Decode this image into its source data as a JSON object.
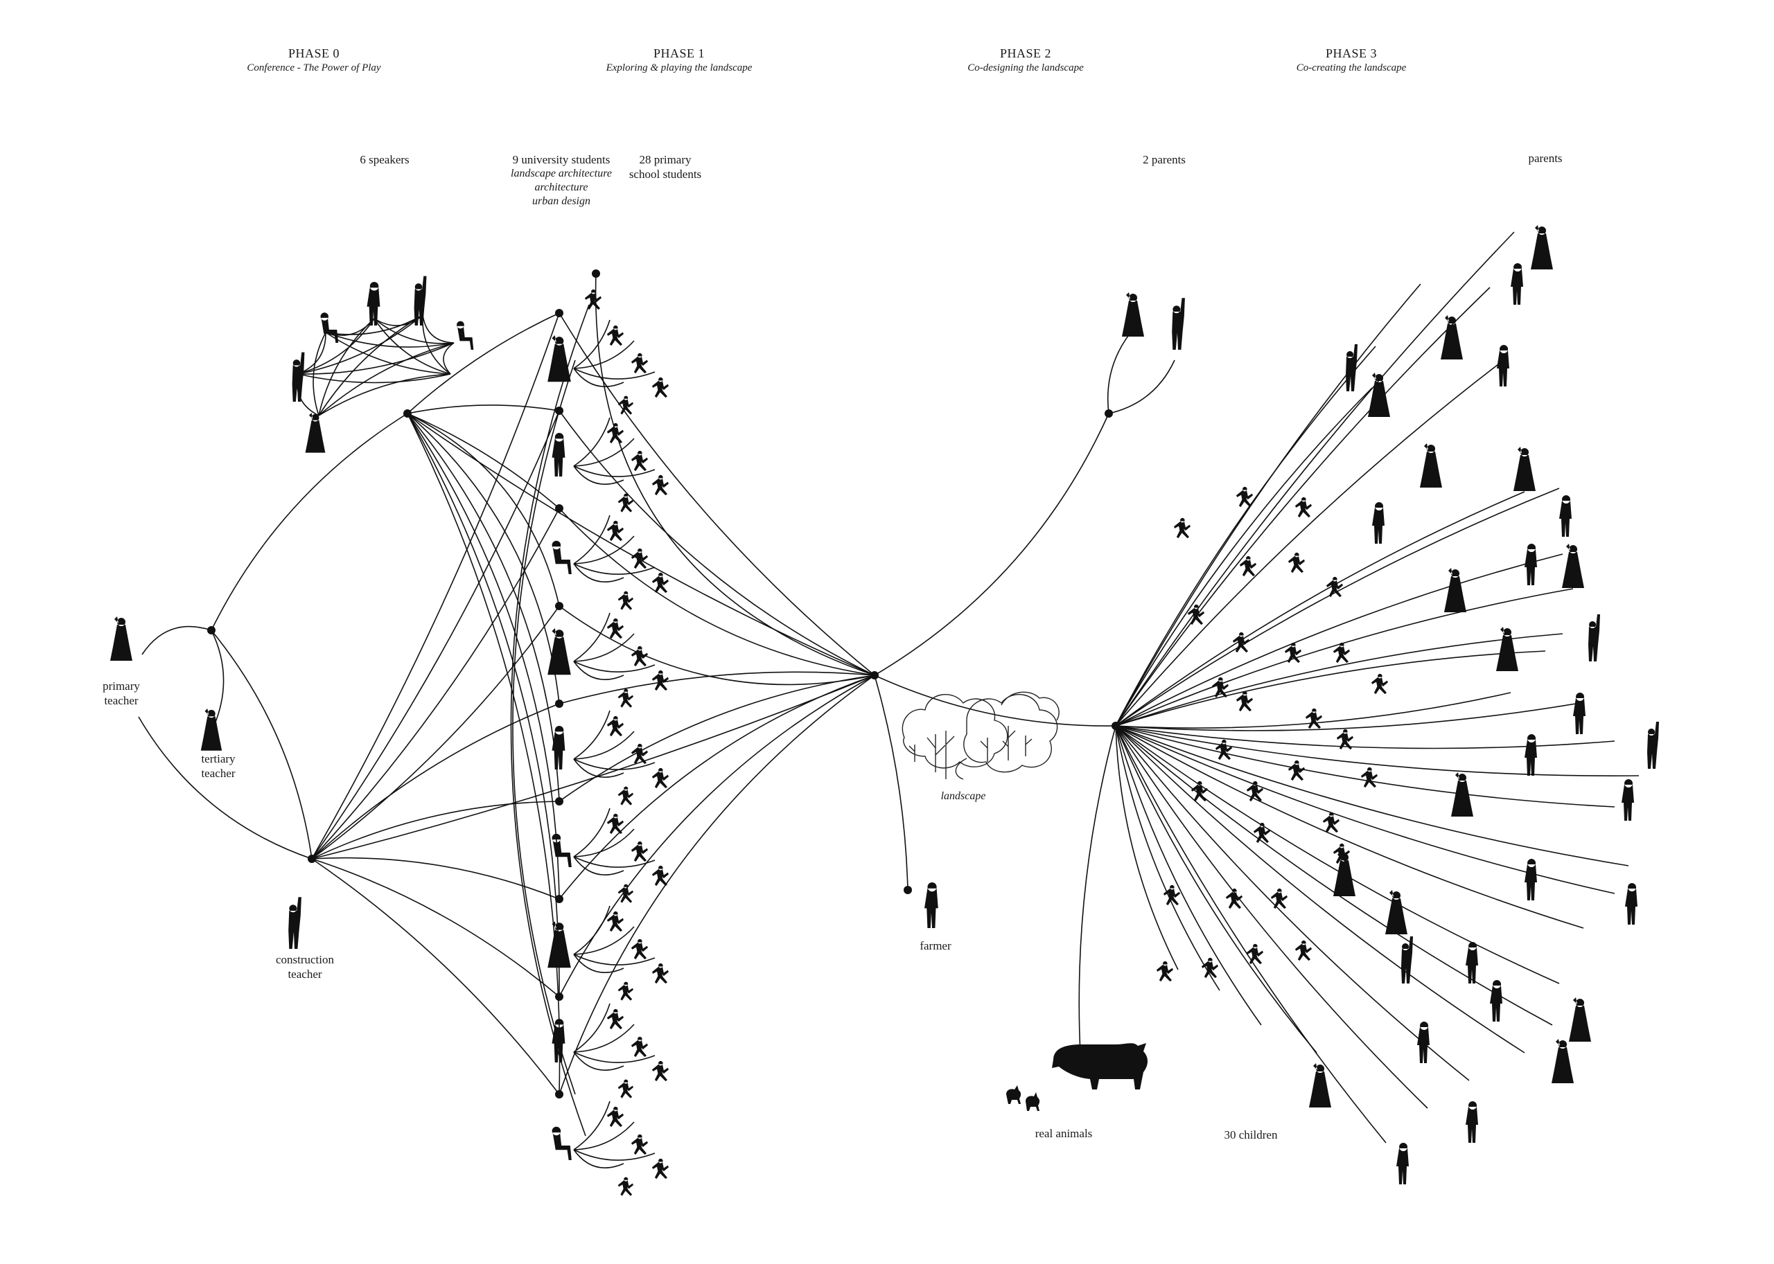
{
  "phases": [
    {
      "title": "PHASE 0",
      "subtitle": "Conference - The Power of  Play"
    },
    {
      "title": "PHASE 1",
      "subtitle": "Exploring & playing the landscape"
    },
    {
      "title": "PHASE 2",
      "subtitle": "Co-designing the landscape"
    },
    {
      "title": "PHASE 3",
      "subtitle": "Co-creating the landscape"
    }
  ],
  "groups": {
    "speakers": "6 speakers",
    "university_students": "9 university students",
    "disciplines": [
      "landscape architecture",
      "architecture",
      "urban design"
    ],
    "primary_students_1": "28 primary",
    "primary_students_2": "school students",
    "two_parents": "2 parents",
    "parents": "parents"
  },
  "actors": {
    "primary_teacher_1": "primary",
    "primary_teacher_2": "teacher",
    "tertiary_teacher_1": "tertiary",
    "tertiary_teacher_2": "teacher",
    "construction_teacher_1": "construction",
    "construction_teacher_2": "teacher",
    "farmer": "farmer",
    "landscape": "landscape",
    "real_animals": "real animals",
    "children": "30 children"
  },
  "colors": {
    "ink": "#111111",
    "background": "#ffffff"
  }
}
